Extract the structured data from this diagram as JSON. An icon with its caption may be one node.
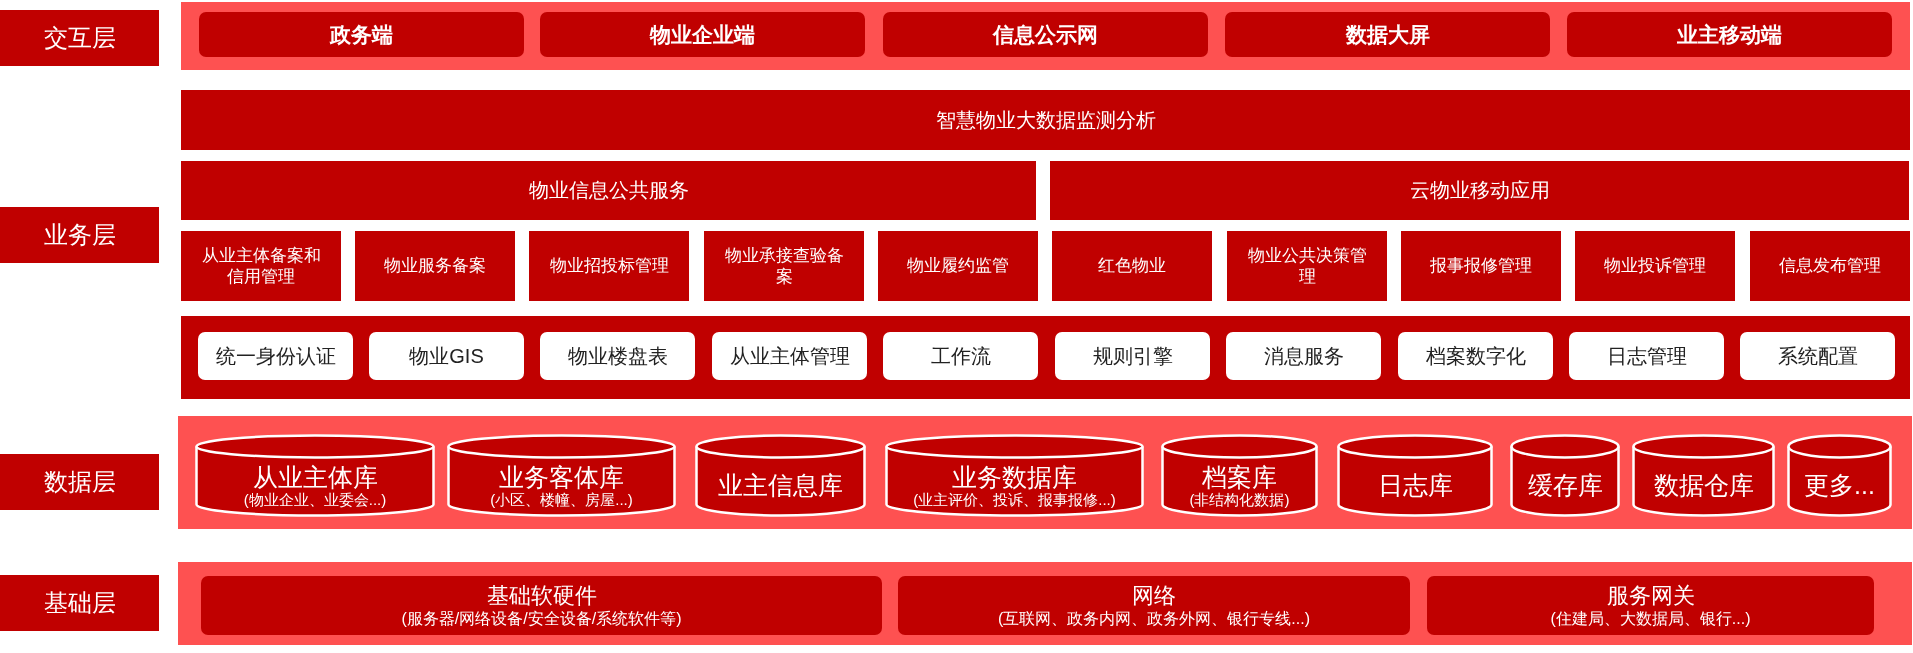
{
  "diagram": {
    "nodes": [
      {
        "text": [
          "交互层"
        ]
      },
      {
        "text": [],
        "shape": "box"
      },
      {
        "text": [
          "政务端"
        ],
        "in": 1
      },
      {
        "text": [
          "物业企业端"
        ],
        "in": 1
      },
      {
        "text": [
          "信息公示网"
        ],
        "in": 1
      },
      {
        "text": [
          "数据大屏"
        ],
        "in": 1
      },
      {
        "text": [
          "业主移动端"
        ],
        "in": 1
      },
      {
        "text": [
          "业务层"
        ]
      },
      {
        "text": [
          "智慧物业大数据监测分析"
        ]
      },
      {
        "text": [
          "物业信息公共服务"
        ]
      },
      {
        "text": [
          "云物业移动应用"
        ]
      },
      {
        "text": [
          "从业主体备案和信用管理"
        ]
      },
      {
        "text": [
          "物业服务备案"
        ]
      },
      {
        "text": [
          "物业招投标管理"
        ]
      },
      {
        "text": [
          "物业承接查验备案"
        ]
      },
      {
        "text": [
          "物业履约监管"
        ]
      },
      {
        "text": [
          "红色物业"
        ]
      },
      {
        "text": [
          "物业公共决策管理"
        ]
      },
      {
        "text": [
          "报事报修管理"
        ]
      },
      {
        "text": [
          "物业投诉管理"
        ]
      },
      {
        "text": [
          "信息发布管理"
        ]
      },
      {
        "text": [],
        "shape": "box"
      },
      {
        "text": [
          "统一身份认证"
        ],
        "in": 21
      },
      {
        "text": [
          "物业GIS"
        ],
        "in": 21
      },
      {
        "text": [
          "物业楼盘表"
        ],
        "in": 21
      },
      {
        "text": [
          "从业主体管理"
        ],
        "in": 21
      },
      {
        "text": [
          "工作流"
        ],
        "in": 21
      },
      {
        "text": [
          "规则引擎"
        ],
        "in": 21
      },
      {
        "text": [
          "消息服务"
        ],
        "in": 21
      },
      {
        "text": [
          "档案数字化"
        ],
        "in": 21
      },
      {
        "text": [
          "日志管理"
        ],
        "in": 21
      },
      {
        "text": [
          "系统配置"
        ],
        "in": 21
      },
      {
        "text": [
          "数据层"
        ]
      },
      {
        "text": [],
        "shape": "box"
      },
      {
        "text": [
          "从业主体库",
          "(物业企业、业委会...)"
        ],
        "in": 33
      },
      {
        "text": [
          "业务客体库",
          "(小区、楼幢、房屋...)"
        ],
        "in": 33
      },
      {
        "text": [
          "业主信息库"
        ],
        "in": 33
      },
      {
        "text": [
          "业务数据库",
          "(业主评价、投诉、报事报修...)"
        ],
        "in": 33
      },
      {
        "text": [
          "档案库",
          "(非结构化数据)"
        ],
        "in": 33
      },
      {
        "text": [
          "日志库"
        ],
        "in": 33
      },
      {
        "text": [
          "缓存库"
        ],
        "in": 33
      },
      {
        "text": [
          "数据仓库"
        ],
        "in": 33
      },
      {
        "text": [
          "更多..."
        ],
        "in": 33
      },
      {
        "text": [
          "基础层"
        ]
      },
      {
        "text": [],
        "shape": "box"
      },
      {
        "text": [
          "基础软硬件",
          "(服务器/网络设备/安全设备/系统软件等)"
        ],
        "in": 44
      },
      {
        "text": [
          "网络",
          "(互联网、政务内网、政务外网、银行专线...)"
        ],
        "in": 44
      },
      {
        "text": [
          "服务网关",
          "(住建局、大数据局、银行...)"
        ],
        "in": 44
      }
    ]
  }
}
